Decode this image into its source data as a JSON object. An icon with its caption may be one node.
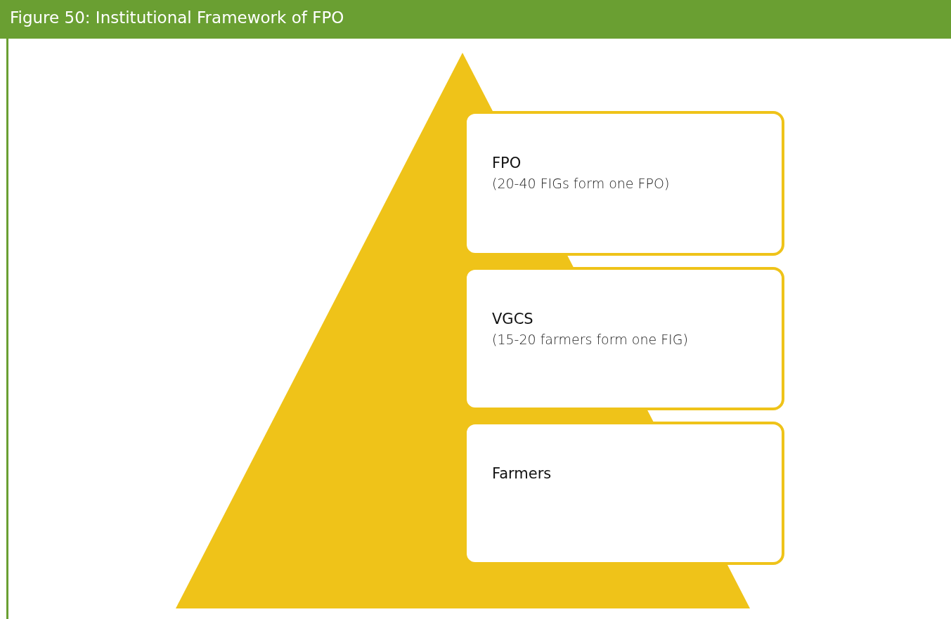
{
  "diagram": {
    "title": "Figure 50: Institutional Framework of FPO",
    "nodes": [
      {
        "text": [
          "FPO",
          "(20-40 FIGs form one FPO)"
        ]
      },
      {
        "text": [
          "VGCS",
          "(15-20 farmers form one FIG)"
        ]
      },
      {
        "text": [
          "Farmers"
        ]
      }
    ]
  }
}
